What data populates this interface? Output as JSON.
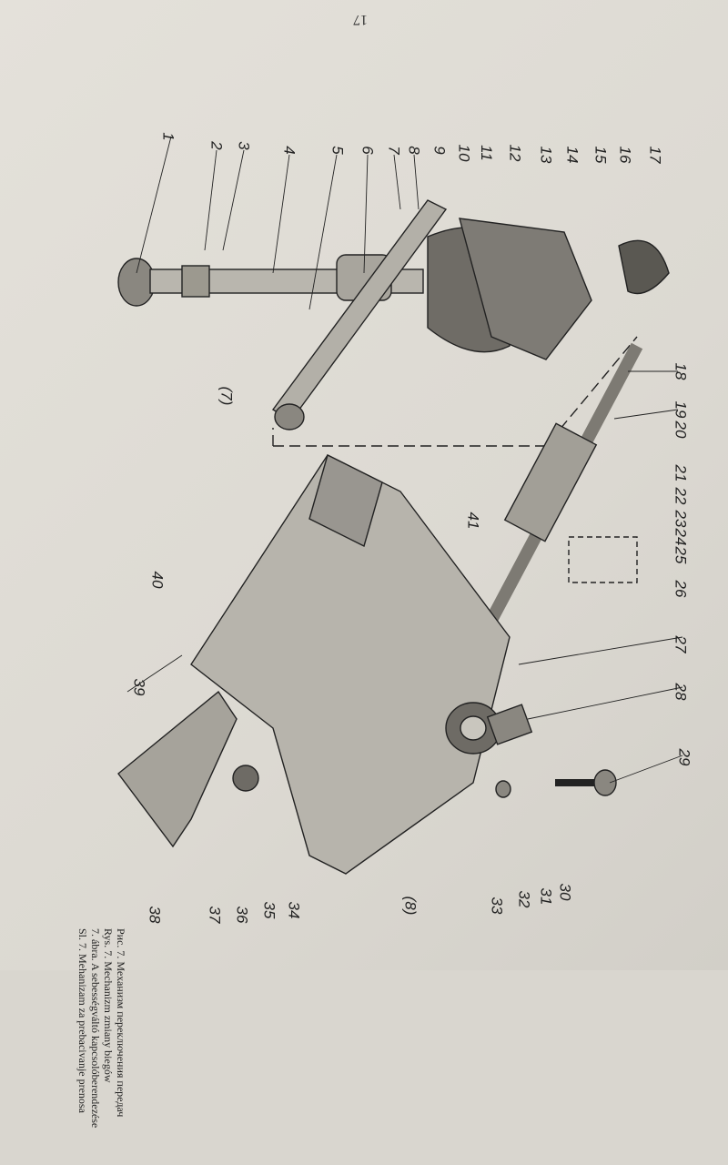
{
  "page_number": "17",
  "figure_caption": {
    "lines": [
      "Рис. 7. Механизм переключения передач",
      "Rys. 7. Mechanizm zmiany biegów",
      "7. ábra. A sebességváltó kapcsolóberendezése",
      "Sl. 7. Mehanizam za prebacivanje prenosa"
    ]
  },
  "part_numbers": [
    "1",
    "2",
    "3",
    "4",
    "5",
    "6",
    "7",
    "8",
    "9",
    "10",
    "11",
    "12",
    "13",
    "14",
    "15",
    "16",
    "17",
    "18",
    "19",
    "20",
    "21",
    "22",
    "23",
    "24",
    "25",
    "26",
    "27",
    "28",
    "29",
    "30",
    "31",
    "32",
    "33",
    "34",
    "35",
    "36",
    "37",
    "38",
    "39",
    "40",
    "41",
    "(7)",
    "(8)"
  ],
  "colors": {
    "paper": "#dcd9d2",
    "ink": "#222222"
  }
}
